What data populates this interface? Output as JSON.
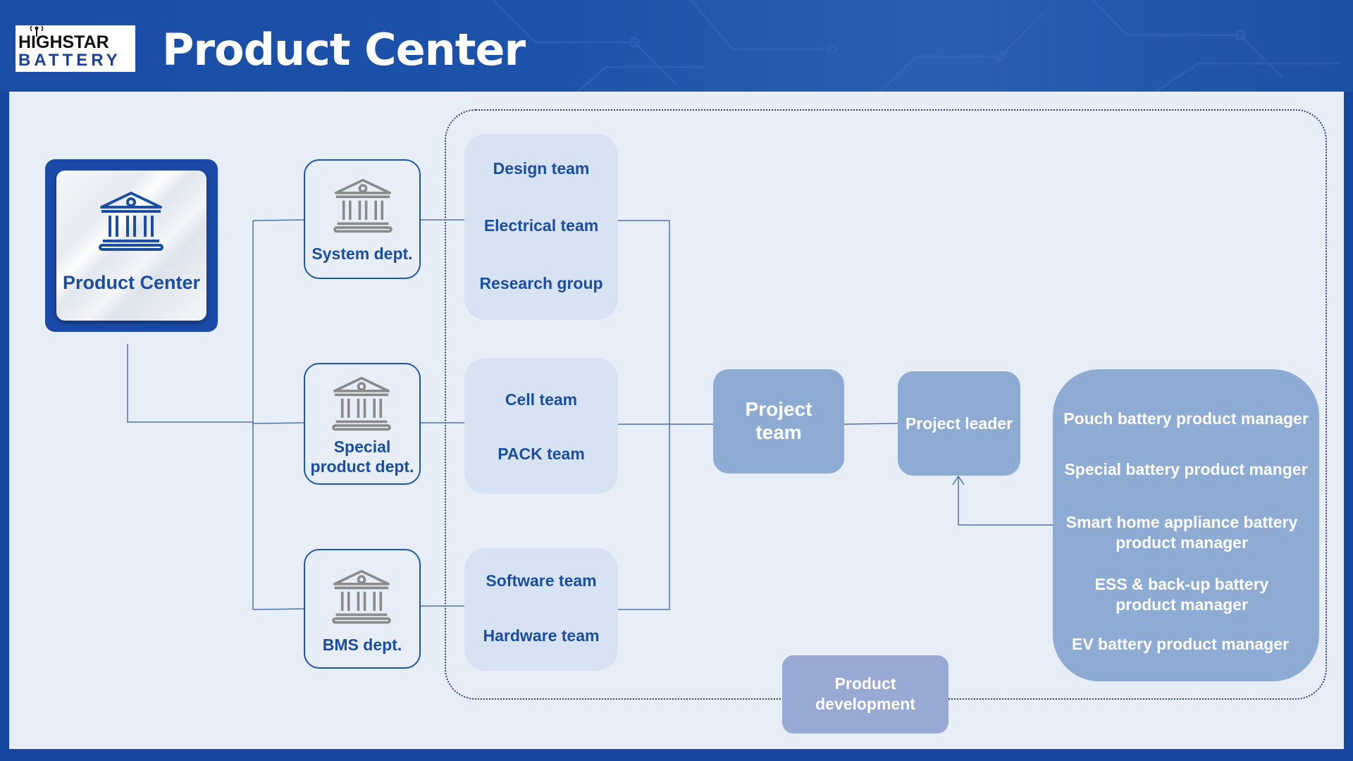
{
  "header": {
    "title": "Product Center",
    "logo": {
      "line1": "HIGHSTAR",
      "line2": "BATTERY"
    }
  },
  "diagram": {
    "root": {
      "label": "Product Center",
      "icon": "bank-building-icon"
    },
    "departments": [
      {
        "label": "System dept.",
        "icon": "bank-building-icon"
      },
      {
        "label_line1": "Special",
        "label_line2": "product dept.",
        "icon": "bank-building-icon"
      },
      {
        "label": "BMS dept.",
        "icon": "bank-building-icon"
      }
    ],
    "team_groups": [
      {
        "items": [
          "Design team",
          "Electrical team",
          "Research group"
        ]
      },
      {
        "items": [
          "Cell team",
          "PACK team"
        ]
      },
      {
        "items": [
          "Software team",
          "Hardware team"
        ]
      }
    ],
    "project_team": {
      "line1": "Project",
      "line2": "team"
    },
    "project_leader": "Project leader",
    "managers": [
      "Pouch battery product manager",
      "Special battery product manger",
      "Smart home appliance battery",
      "product manager",
      "ESS & back-up battery",
      "product manager",
      "EV battery product manager"
    ],
    "product_development": {
      "line1": "Product",
      "line2": "development"
    }
  },
  "colors": {
    "brand_blue": "#1a49a8",
    "text_blue": "#1b4ea0",
    "panel": "#e8eef7",
    "team_box": "#d7e3f2",
    "project_box": "#8eacd3",
    "product_dev_box": "#98a9d3",
    "connector": "#4f72a8"
  }
}
